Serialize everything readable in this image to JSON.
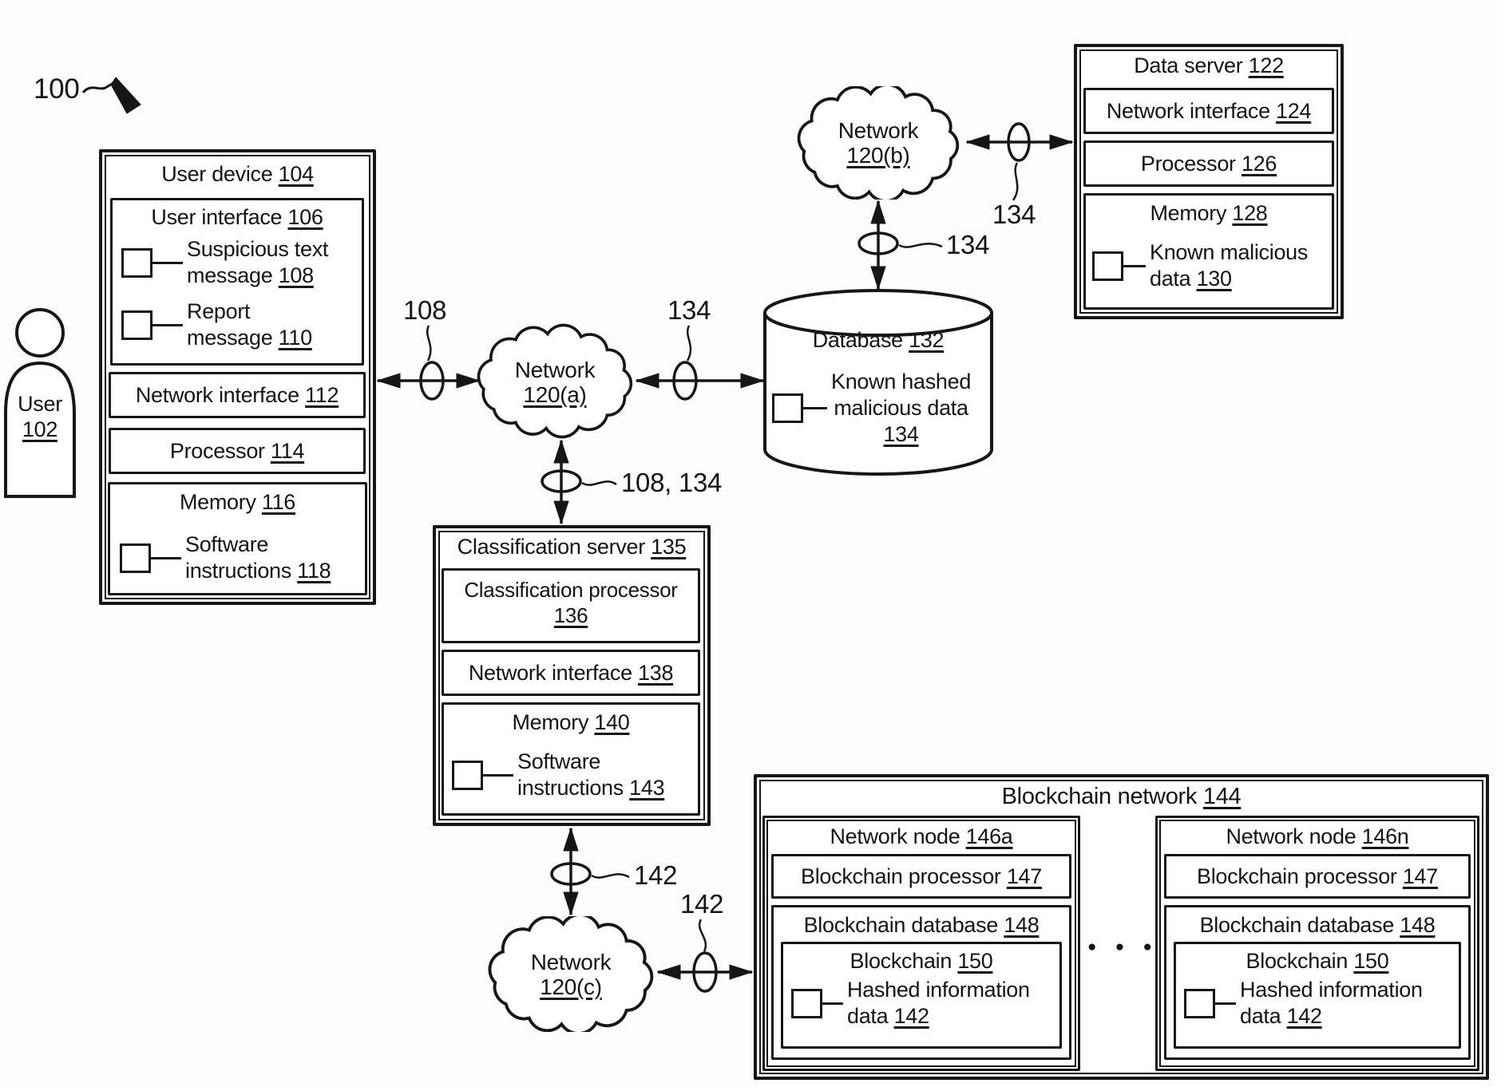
{
  "figure_ref": "100",
  "person": {
    "label": "User",
    "ref": "102"
  },
  "user_device": {
    "title": {
      "label": "User device",
      "ref": "104"
    },
    "user_interface": {
      "title": {
        "label": "User interface",
        "ref": "106"
      },
      "items": [
        {
          "line1": "Suspicious text",
          "line2": "message",
          "ref": "108"
        },
        {
          "line1": "Report",
          "line2": "message",
          "ref": "110"
        }
      ]
    },
    "network_interface": {
      "label": "Network interface",
      "ref": "112"
    },
    "processor": {
      "label": "Processor",
      "ref": "114"
    },
    "memory": {
      "title": {
        "label": "Memory",
        "ref": "116"
      },
      "item": {
        "line1": "Software",
        "line2": "instructions",
        "ref": "118"
      }
    }
  },
  "networks": {
    "a": {
      "label": "Network",
      "ref": "120(a)"
    },
    "b": {
      "label": "Network",
      "ref": "120(b)"
    },
    "c": {
      "label": "Network",
      "ref": "120(c)"
    }
  },
  "data_server": {
    "title": {
      "label": "Data server",
      "ref": "122"
    },
    "network_interface": {
      "label": "Network interface",
      "ref": "124"
    },
    "processor": {
      "label": "Processor",
      "ref": "126"
    },
    "memory": {
      "title": {
        "label": "Memory",
        "ref": "128"
      },
      "item": {
        "line1": "Known malicious",
        "line2": "data",
        "ref": "130"
      }
    }
  },
  "database": {
    "title": {
      "label": "Database",
      "ref": "132"
    },
    "item": {
      "line1": "Known hashed",
      "line2": "malicious data",
      "ref": "134"
    }
  },
  "classification_server": {
    "title": {
      "label": "Classification server",
      "ref": "135"
    },
    "processor": {
      "line1": "Classification processor",
      "ref": "136"
    },
    "network_interface": {
      "label": "Network interface",
      "ref": "138"
    },
    "memory": {
      "title": {
        "label": "Memory",
        "ref": "140"
      },
      "item": {
        "line1": "Software",
        "line2": "instructions",
        "ref": "143"
      }
    }
  },
  "blockchain_network": {
    "title": {
      "label": "Blockchain network",
      "ref": "144"
    },
    "ellipsis": "●  ●  ●",
    "nodes": [
      {
        "title": {
          "label": "Network node",
          "ref": "146a"
        },
        "processor": {
          "label": "Blockchain processor",
          "ref": "147"
        },
        "database": {
          "label": "Blockchain database",
          "ref": "148"
        },
        "blockchain": {
          "title": {
            "label": "Blockchain",
            "ref": "150"
          },
          "item": {
            "line1": "Hashed information",
            "line2": "data",
            "ref": "142"
          }
        }
      },
      {
        "title": {
          "label": "Network node",
          "ref": "146n"
        },
        "processor": {
          "label": "Blockchain processor",
          "ref": "147"
        },
        "database": {
          "label": "Blockchain database",
          "ref": "148"
        },
        "blockchain": {
          "title": {
            "label": "Blockchain",
            "ref": "150"
          },
          "item": {
            "line1": "Hashed information",
            "line2": "data",
            "ref": "142"
          }
        }
      }
    ]
  },
  "connector_labels": {
    "l108": "108",
    "l134_cloud_a": "134",
    "l134_cloud_b_right": "134",
    "l134_cloud_b_down": "134",
    "l108_134": "108, 134",
    "l142_vertical": "142",
    "l142_horizontal": "142"
  }
}
